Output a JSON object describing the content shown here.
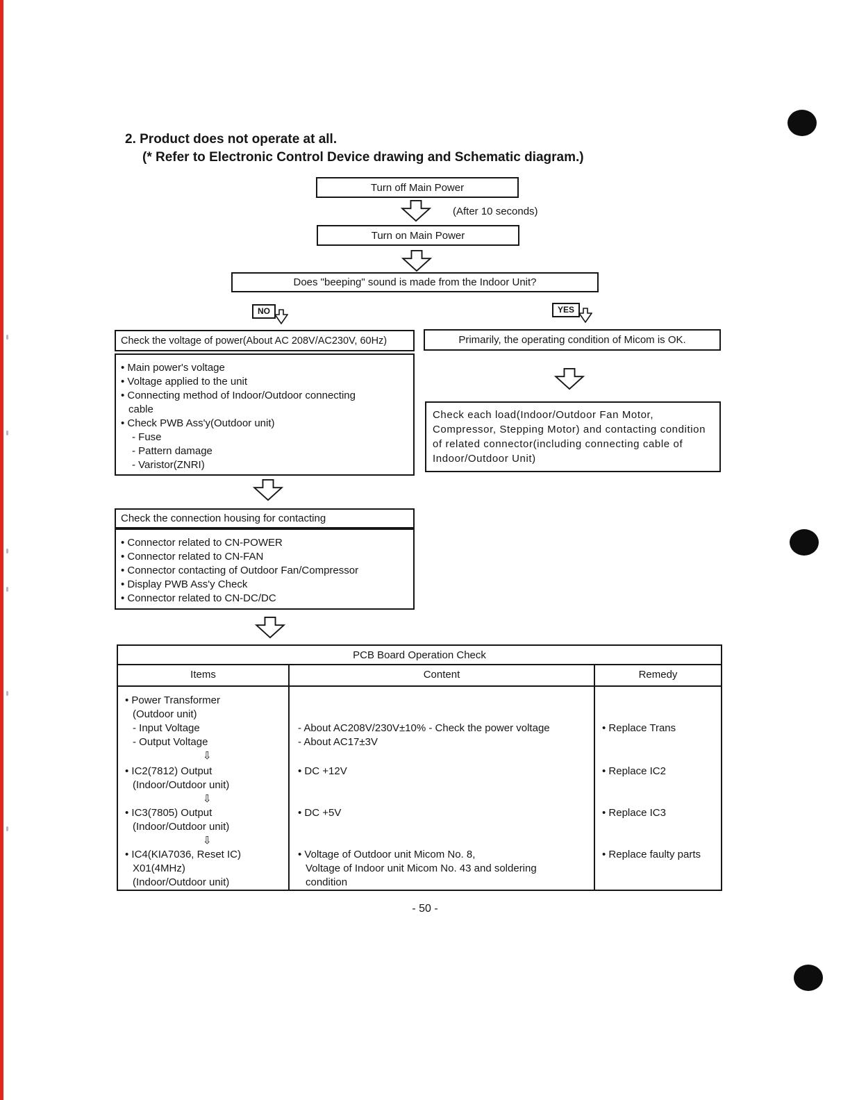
{
  "document": {
    "heading1": "2. Product does not operate at all.",
    "heading2": "(* Refer to Electronic Control Device drawing and Schematic diagram.)",
    "page_number": "- 50 -"
  },
  "flowchart": {
    "turn_off": "Turn off Main Power",
    "after_note": "(After 10 seconds)",
    "turn_on": "Turn on Main Power",
    "beeping_question": "Does \"beeping\" sound is made from the Indoor Unit?",
    "no_label": "NO",
    "yes_label": "YES",
    "check_voltage": {
      "header": "Check the voltage of power(About AC 208V/AC230V, 60Hz)",
      "lines": [
        "• Main power's voltage",
        "• Voltage applied to the unit",
        "• Connecting method of Indoor/Outdoor connecting",
        "cable",
        "• Check PWB Ass'y(Outdoor unit)",
        "- Fuse",
        "- Pattern damage",
        "- Varistor(ZNRI)"
      ]
    },
    "micom_ok": "Primarily, the operating condition of Micom is OK.",
    "check_load": "Check each load(Indoor/Outdoor Fan Motor, Compressor, Stepping Motor) and contacting condition of related connector(including connecting cable of Indoor/Outdoor Unit)",
    "check_housing": {
      "header": "Check the connection housing for contacting",
      "lines": [
        "• Connector related to CN-POWER",
        "• Connector related to CN-FAN",
        "• Connector contacting of Outdoor Fan/Compressor",
        "• Display PWB Ass'y Check",
        "• Connector related to CN-DC/DC"
      ]
    }
  },
  "table": {
    "title": "PCB Board Operation Check",
    "col_items": "Items",
    "col_content": "Content",
    "col_remedy": "Remedy",
    "rows": [
      {
        "items": [
          "• Power Transformer",
          "(Outdoor unit)",
          "- Input Voltage",
          "- Output Voltage"
        ],
        "content": [
          "- About AC208V/230V±10% - Check the power voltage",
          "- About AC17±3V"
        ],
        "remedy": "• Replace Trans"
      },
      {
        "items": [
          "• IC2(7812) Output",
          "(Indoor/Outdoor unit)"
        ],
        "content": [
          "• DC +12V"
        ],
        "remedy": "• Replace IC2"
      },
      {
        "items": [
          "• IC3(7805) Output",
          "(Indoor/Outdoor unit)"
        ],
        "content": [
          "• DC +5V"
        ],
        "remedy": "• Replace IC3"
      },
      {
        "items": [
          "• IC4(KIA7036, Reset IC)",
          "X01(4MHz)",
          "(Indoor/Outdoor unit)"
        ],
        "content": [
          "• Voltage of Outdoor unit Micom No. 8,",
          "Voltage of Indoor unit Micom No. 43 and soldering",
          "condition"
        ],
        "remedy": "• Replace faulty parts"
      }
    ]
  },
  "glyphs": {
    "down_arrow": "⇩"
  },
  "colors": {
    "margin_line": "#e2251f",
    "punch_hole": "#0d0d0d"
  }
}
